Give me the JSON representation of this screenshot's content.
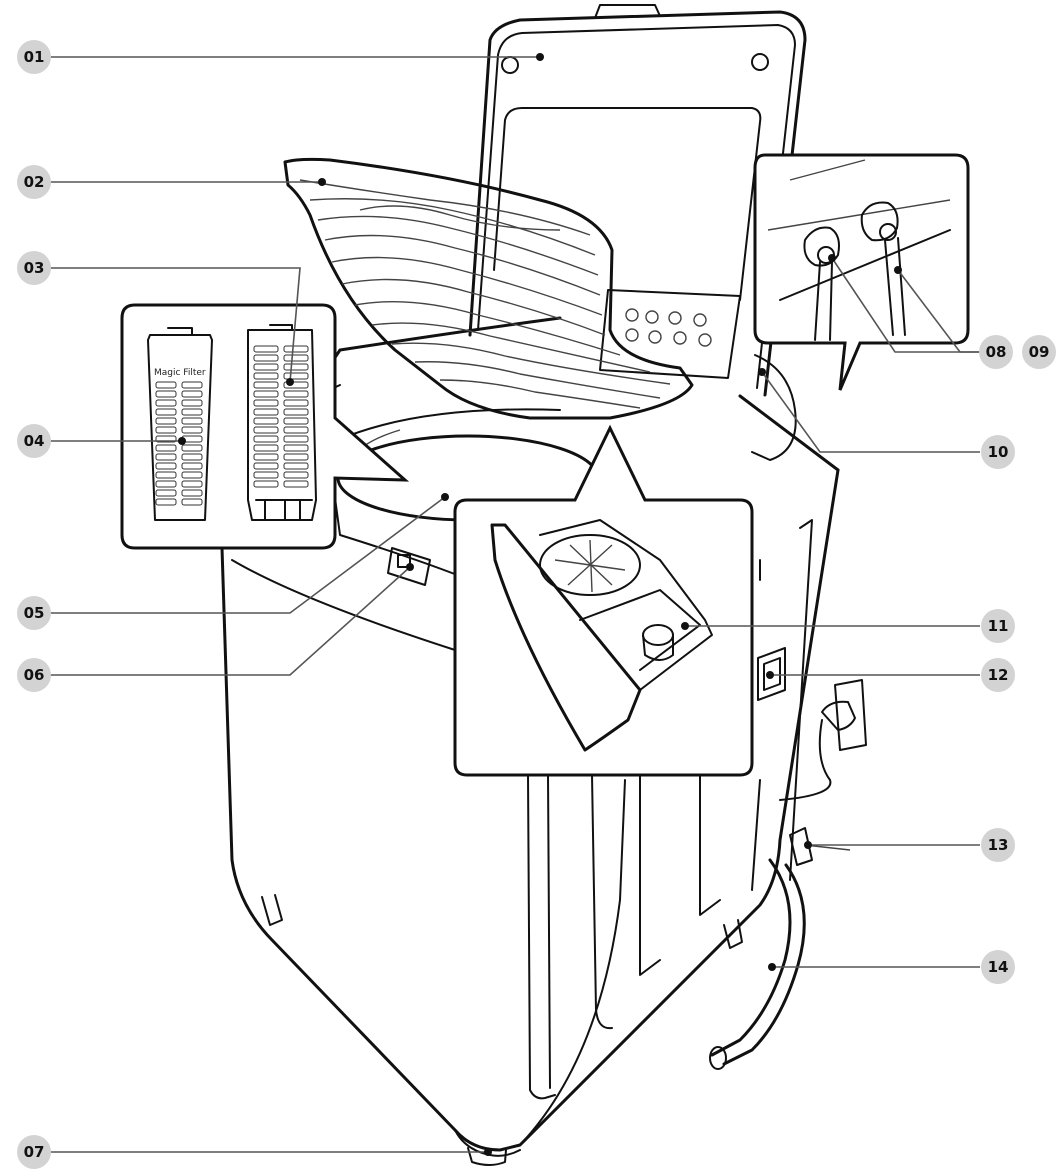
{
  "callouts": [
    {
      "id": "01",
      "label": "01"
    },
    {
      "id": "02",
      "label": "02"
    },
    {
      "id": "03",
      "label": "03"
    },
    {
      "id": "04",
      "label": "04"
    },
    {
      "id": "05",
      "label": "05"
    },
    {
      "id": "06",
      "label": "06"
    },
    {
      "id": "07",
      "label": "07"
    },
    {
      "id": "08",
      "label": "08"
    },
    {
      "id": "09",
      "label": "09"
    },
    {
      "id": "10",
      "label": "10"
    },
    {
      "id": "11",
      "label": "11"
    },
    {
      "id": "12",
      "label": "12"
    },
    {
      "id": "13",
      "label": "13"
    },
    {
      "id": "14",
      "label": "14"
    }
  ],
  "filter_label": "Magic Filter"
}
